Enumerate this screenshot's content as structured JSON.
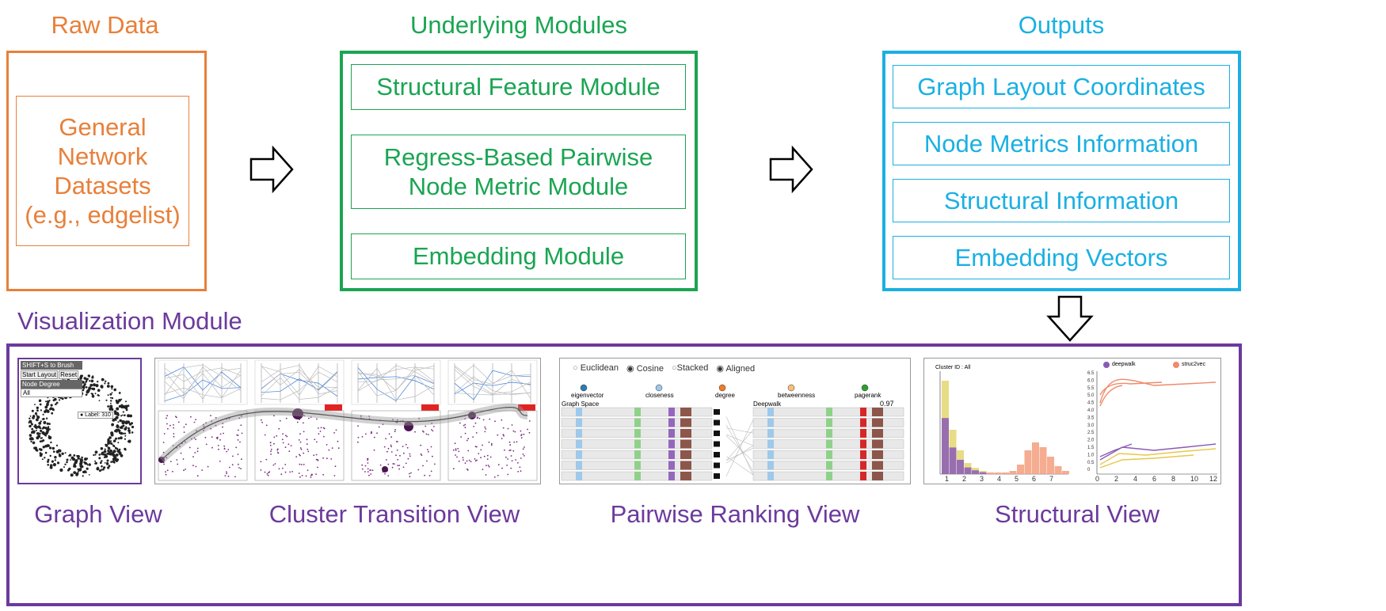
{
  "raw_data": {
    "title": "Raw Data",
    "box_text": [
      "General",
      "Network",
      "Datasets",
      "(e.g., edgelist)"
    ]
  },
  "modules": {
    "title": "Underlying Modules",
    "items": [
      "Structural Feature Module",
      "Regress-Based Pairwise",
      "Node Metric Module",
      "Embedding Module"
    ]
  },
  "outputs": {
    "title": "Outputs",
    "items": [
      "Graph Layout Coordinates",
      "Node Metrics Information",
      "Structural Information",
      "Embedding Vectors"
    ]
  },
  "visualization": {
    "title": "Visualization Module",
    "views": [
      "Graph View",
      "Cluster Transition View",
      "Pairwise Ranking View",
      "Structural View"
    ]
  },
  "graph_view": {
    "shift_label": "SHIFT+S to Brush",
    "start_layout": "Start Layout",
    "reset": "Reset",
    "node_degree": "Node Degree",
    "all": "All",
    "label_tag": "● Label: 310"
  },
  "ranking_view": {
    "options": [
      "Euclidean",
      "Cosine",
      "Stacked",
      "Aligned"
    ],
    "metrics": [
      "eigenvector",
      "closeness",
      "degree",
      "betweenness",
      "pagerank"
    ],
    "left_space": "Graph Space",
    "right_space": "Deepwalk",
    "score": "0.97"
  },
  "structural_view": {
    "cluster_label": "Cluster ID : All",
    "legend": [
      "deepwalk",
      "struc2vec"
    ],
    "left_x_ticks": [
      "1",
      "2",
      "3",
      "4",
      "5",
      "6",
      "7"
    ],
    "right_y_ticks": [
      "6.5",
      "6.0",
      "5.5",
      "5.0",
      "4.5",
      "4.0",
      "3.5",
      "3.0",
      "2.5",
      "2.0",
      "1.5",
      "1.0",
      "0.5",
      "0"
    ],
    "right_x_ticks": [
      "0",
      "2",
      "4",
      "6",
      "8",
      "10",
      "12"
    ]
  },
  "colors": {
    "orange": "#e8803a",
    "green": "#1aa552",
    "blue": "#1ab0e3",
    "purple": "#6c3a9c"
  }
}
